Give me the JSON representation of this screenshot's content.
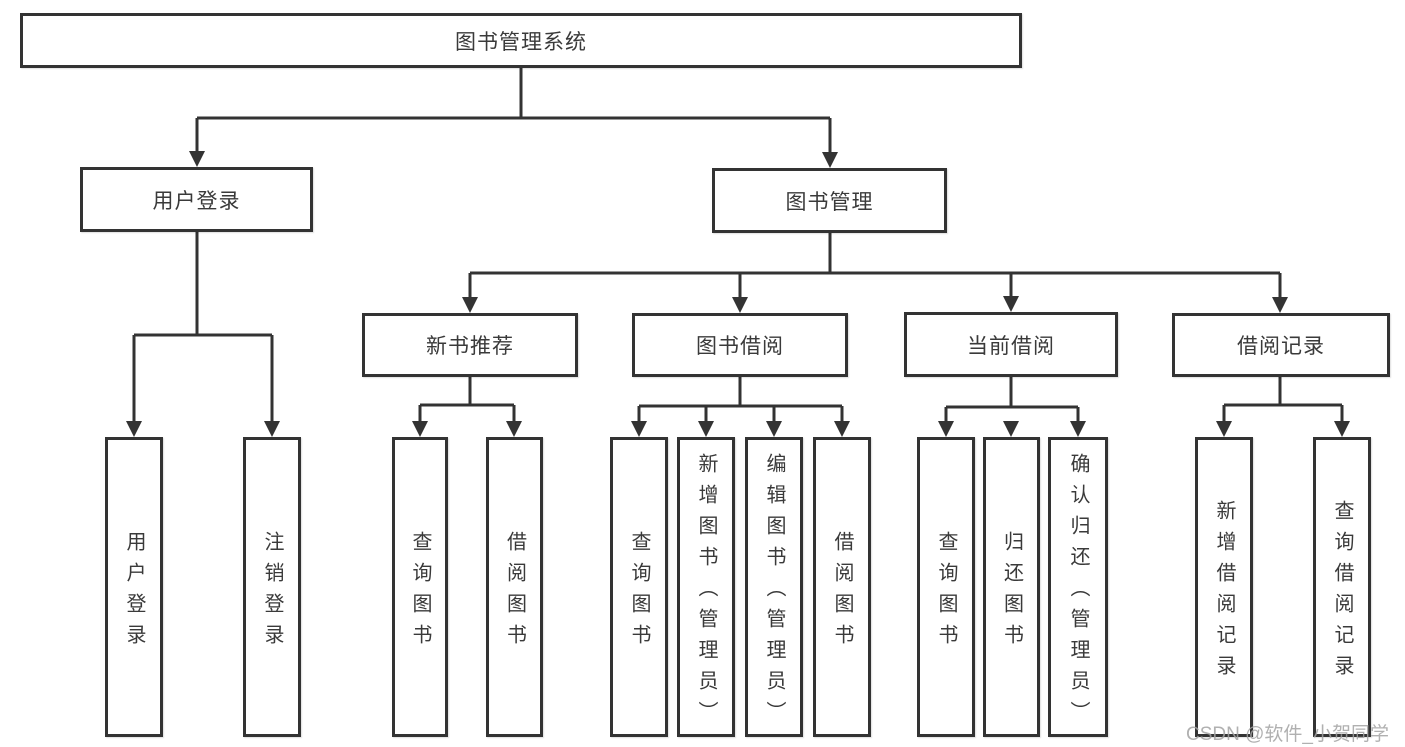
{
  "tree": {
    "root": {
      "label": "图书管理系统"
    },
    "branches": [
      {
        "label": "用户登录",
        "children": [
          {
            "label": "用户登录"
          },
          {
            "label": "注销登录"
          }
        ]
      },
      {
        "label": "图书管理",
        "children": [
          {
            "label": "新书推荐",
            "children": [
              {
                "label": "查询图书"
              },
              {
                "label": "借阅图书"
              }
            ]
          },
          {
            "label": "图书借阅",
            "children": [
              {
                "label": "查询图书"
              },
              {
                "label": "新增图书（管理员）"
              },
              {
                "label": "编辑图书（管理员）"
              },
              {
                "label": "借阅图书"
              }
            ]
          },
          {
            "label": "当前借阅",
            "children": [
              {
                "label": "查询图书"
              },
              {
                "label": "归还图书"
              },
              {
                "label": "确认归还（管理员）"
              }
            ]
          },
          {
            "label": "借阅记录",
            "children": [
              {
                "label": "新增借阅记录"
              },
              {
                "label": "查询借阅记录"
              }
            ]
          }
        ]
      }
    ]
  },
  "watermark": "CSDN @软件_小贺同学",
  "colors": {
    "line": "#333333",
    "text": "#3a3a3a",
    "box_background": "#ffffff",
    "page_background": "#ffffff",
    "watermark": "#a3a3a3"
  }
}
